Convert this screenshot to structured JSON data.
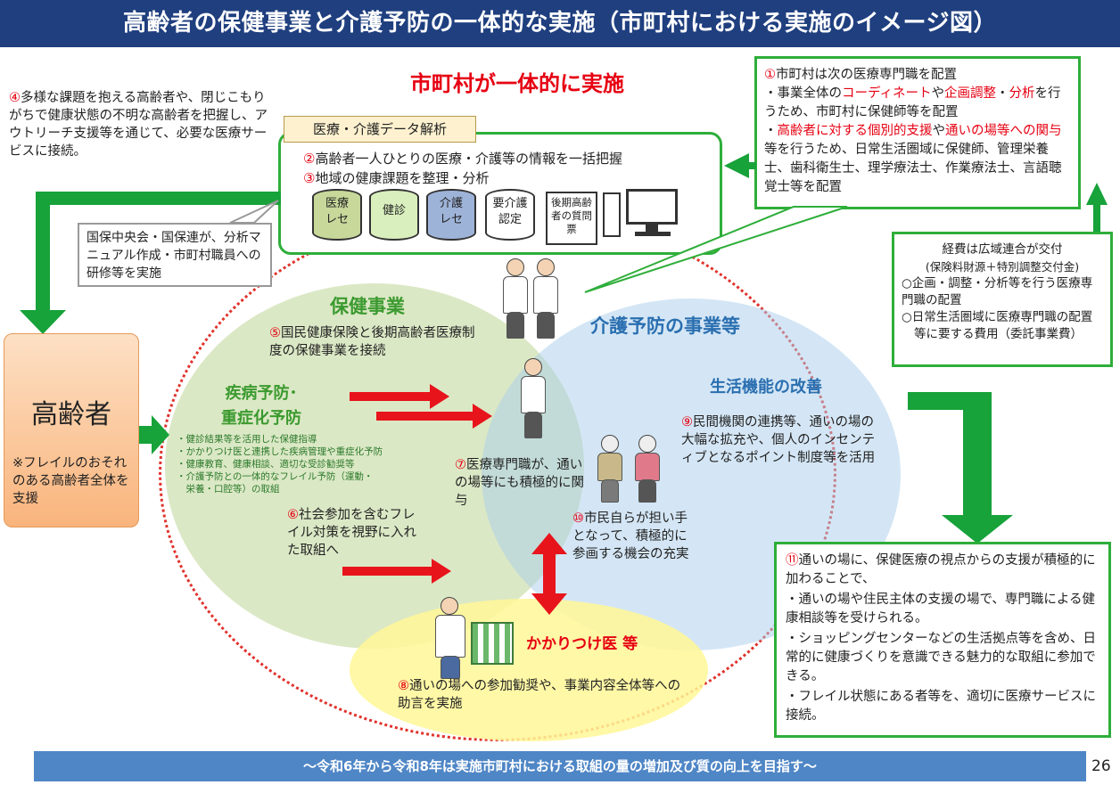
{
  "header": {
    "title": "高齢者の保健事業と介護予防の一体的な実施（市町村における実施のイメージ図）"
  },
  "center_title": "市町村が一体的に実施",
  "left_note": {
    "number": "④",
    "text": "多様な課題を抱える高齢者や、閉じこもりがちで健康状態の不明な高齢者を把握し、アウトリーチ支援等を通じて、必要な医療サービスに接続。"
  },
  "data_analysis": {
    "tag": "医療・介護データ解析",
    "line2_num": "②",
    "line2": "高齢者一人ひとりの医療・介護等の情報を一括把握",
    "line3_num": "③",
    "line3": "地域の健康課題を整理・分析",
    "items": [
      {
        "label": "医療\nレセ",
        "color": "#c7d89a"
      },
      {
        "label": "健診",
        "color": "#d9efbd"
      },
      {
        "label": "介護\nレセ",
        "color": "#9eb3d8"
      },
      {
        "label": "要介護\n認定",
        "color": "#ffffff"
      }
    ],
    "questionnaire": "後期高齢者の質問票"
  },
  "callout_kokuho": "国保中央会・国保連が、分析マニュアル作成・市町村職員への研修等を実施",
  "right_top": {
    "number": "①",
    "heading": "市町村は次の医療専門職を配置",
    "bullet1_a": "・事業全体の",
    "bullet1_red1": "コーディネート",
    "bullet1_b": "や",
    "bullet1_red2": "企画調整",
    "bullet1_c": "・",
    "bullet1_red3": "分析",
    "bullet1_d": "を行うため、市町村に保健師等を配置",
    "bullet2_a": "・",
    "bullet2_red1": "高齢者に対する個別的支援",
    "bullet2_b": "や",
    "bullet2_red2": "通いの場等への関与",
    "bullet2_c": "等を行うため、日常生活圏域に保健師、管理栄養士、歯科衛生士、理学療法士、作業療法士、言語聴覚士等を配置"
  },
  "funding": {
    "title": "経費は広域連合が交付",
    "subtitle": "(保険料財源＋特別調整交付金)",
    "item1": "○企画・調整・分析等を行う医療専門職の配置",
    "item2": "○日常生活圏域に医療専門職の配置",
    "item3": "等に要する費用（委託事業費）"
  },
  "elderly": {
    "title": "高齢者",
    "note": "※フレイルのおそれのある高齢者全体を支援"
  },
  "hoken": {
    "title": "保健事業",
    "desc_num": "⑤",
    "desc": "国民健康保険と後期高齢者医療制度の保健事業を接続",
    "sub_title_1": "疾病予防･",
    "sub_title_2": "重症化予防",
    "bullets": [
      "・健診結果等を活用した保健指導",
      "・かかりつけ医と連携した疾病管理や重症化予防",
      "・健康教育、健康相談、適切な受診勧奨等",
      "・介護予防との一体的なフレイル予防（運動・",
      "　栄養・口腔等）の取組"
    ],
    "item6_num": "⑥",
    "item6": "社会参加を含むフレイル対策を視野に入れた取組へ"
  },
  "kaigo": {
    "title": "介護予防の事業等",
    "sub_title": "生活機能の改善",
    "item9_num": "⑨",
    "item9": "民間機関の連携等、通いの場の大幅な拡充や、個人のインセンティブとなるポイント制度等を活用"
  },
  "center": {
    "item7_num": "⑦",
    "item7": "医療専門職が、通いの場等にも積極的に関与",
    "item10_num": "⑩",
    "item10": "市民自らが担い手となって、積極的に参画する機会の充実"
  },
  "doctor": {
    "title": "かかりつけ医 等",
    "item8_num": "⑧",
    "item8": "通いの場への参加勧奨や、事業内容全体等への助言を実施"
  },
  "right_bottom": {
    "number": "⑪",
    "heading": "通いの場に、保健医療の視点からの支援が積極的に加わることで、",
    "bullets": [
      "・通いの場や住民主体の支援の場で、専門職による健康相談等を受けられる。",
      "・ショッピングセンターなどの生活拠点等を含め、日常的に健康づくりを意識できる魅力的な取組に参加できる。",
      "・フレイル状態にある者等を、適切に医療サービスに接続。"
    ]
  },
  "footer": {
    "banner": "～令和6年から令和8年は実施市町村における取組の量の増加及び質の向上を目指す～",
    "page": "26"
  }
}
